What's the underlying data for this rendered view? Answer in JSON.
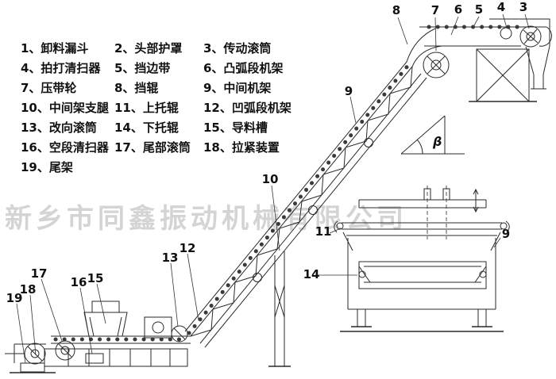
{
  "legend": {
    "items": [
      "1、卸料漏斗",
      "2、头部护罩",
      "3、传动滚筒",
      "4、拍打清扫器",
      "5、挡边带",
      "6、凸弧段机架",
      "7、压带轮",
      "8、挡辊",
      "9、中间机架",
      "10、中间架支腿",
      "11、上托辊",
      "12、凹弧段机架",
      "13、改向滚筒",
      "14、下托辊",
      "15、导料槽",
      "16、空段清扫器",
      "17、尾部滚筒",
      "18、拉紧装置",
      "19、尾架"
    ]
  },
  "watermark": {
    "text": "新乡市同鑫振动机械有限公司"
  },
  "callouts": {
    "c8": "8",
    "c7": "7",
    "c6": "6",
    "c5": "5",
    "c4": "4",
    "c3": "3",
    "c9_incline": "9",
    "c10": "10",
    "c12": "12",
    "c13": "13",
    "c17": "17",
    "c16": "16",
    "c15": "15",
    "c18": "18",
    "c19": "19",
    "c11": "11",
    "c9_section": "9",
    "c14": "14",
    "beta": "β"
  },
  "colors": {
    "line": "#2a2a2a",
    "text": "#111111",
    "watermark": "#cdcdcd",
    "background": "#ffffff"
  }
}
